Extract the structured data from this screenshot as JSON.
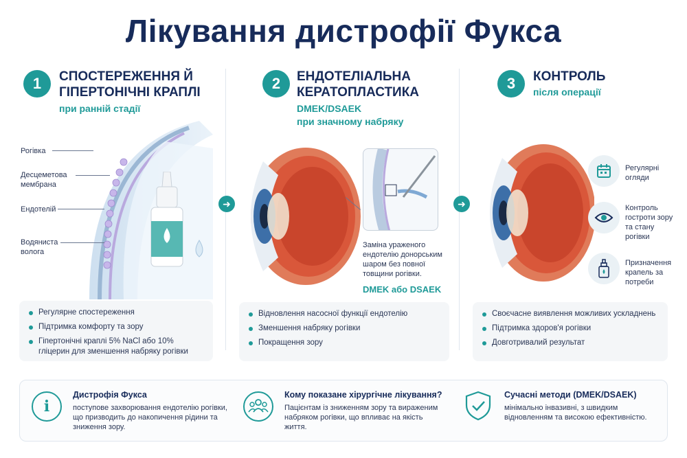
{
  "title": "Лікування дистрофії Фукса",
  "steps": [
    {
      "number": "1",
      "title_lines": [
        "СПОСТЕРЕЖЕННЯ Й",
        "ГІПЕРТОНІЧНІ КРАПЛІ"
      ],
      "subtitle": "при ранній стадії",
      "labels": [
        "Рогівка",
        "Десцеметова мембрана",
        "Ендотелій",
        "Водяниста волога"
      ],
      "bullets": [
        "Регулярне спостереження",
        "Підтримка комфорту та зору",
        "Гіпертонічні краплі 5% NaCl або 10% гліцерин для зменшення набряку рогівки"
      ]
    },
    {
      "number": "2",
      "title_lines": [
        "ЕНДОТЕЛІАЛЬНА",
        "КЕРАТОПЛАСТИКА"
      ],
      "subtitle": "DMEK/DSAEK",
      "subtitle2": "при значному набряку",
      "inset_text": "Заміна ураженого ендотелію донорським шаром без повної товщини рогівки.",
      "inset_method": "DMEK або DSAEK",
      "bullets": [
        "Відновлення насосної функції ендотелію",
        "Зменшення набряку рогівки",
        "Покращення зору"
      ]
    },
    {
      "number": "3",
      "title_lines": [
        "КОНТРОЛЬ"
      ],
      "subtitle": "після операції",
      "controls": [
        {
          "icon": "calendar-icon",
          "label": "Регулярні огляди"
        },
        {
          "icon": "eye-icon",
          "label": "Контроль гостроти зору та стану рогівки"
        },
        {
          "icon": "eyedrop-bottle-icon",
          "label": "Призначення крапель за потреби"
        }
      ],
      "bullets": [
        "Своєчасне виявлення можливих ускладнень",
        "Підтримка здоров'я рогівки",
        "Довготривалий результат"
      ]
    }
  ],
  "bottom": [
    {
      "icon": "info-icon",
      "title": "Дистрофія Фукса",
      "text": "поступове захворювання ендотелію рогівки, що призводить до накопичення рідини та зниження зору."
    },
    {
      "icon": "people-icon",
      "title": "Кому показане хірургічне лікування?",
      "text": "Пацієнтам із зниженням зору та вираженим набряком рогівки, що впливає на якість життя."
    },
    {
      "icon": "shield-check-icon",
      "title": "Сучасні методи (DMEK/DSAEK)",
      "text": "мінімально інвазивні, з швидким відновленням та високою ефективністю."
    }
  ],
  "colors": {
    "accent": "#1f9a98",
    "navy": "#172b5a",
    "eye_red": "#d9573a"
  }
}
